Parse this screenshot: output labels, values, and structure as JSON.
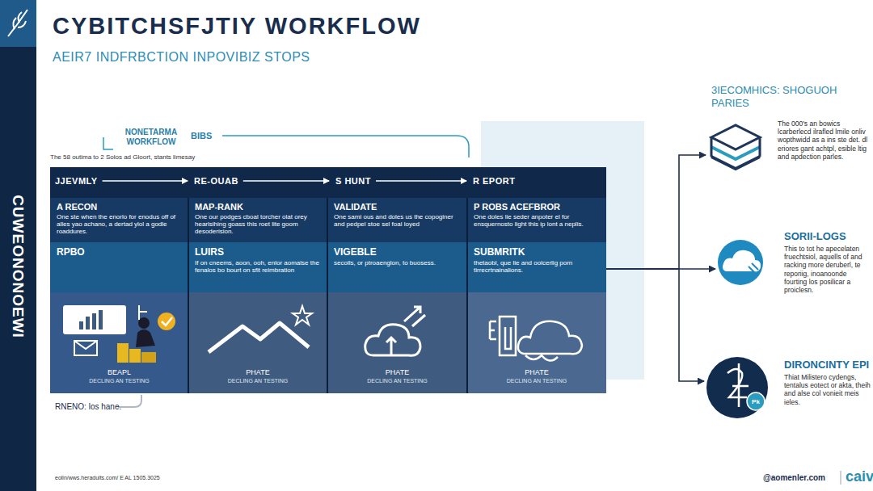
{
  "diagram": {
    "title": "CYBITCHSFJTIY WORKFLOW",
    "nodes": [
      {
        "text": [
          "The 58 outima to 2 Solos ad Gloort, stants limesay"
        ]
      },
      {
        "text": [
          "JJEVMLY"
        ],
        "in": 0
      },
      {
        "text": [
          "RE-OUAB"
        ],
        "in": 0
      },
      {
        "text": [
          "S HUNT"
        ],
        "in": 0
      },
      {
        "text": [
          "R EPORT"
        ],
        "in": 0
      },
      {
        "text": [
          "A RECON",
          "One ste when the enorlo for enodus off of alles yao achano, a dertad ylol a godle roaddures."
        ],
        "in": 0
      },
      {
        "text": [
          "MAP-RANK",
          "One our podges cboal torcher olat orey hearlsihing goass this roet lite goom desoderision."
        ],
        "in": 0
      },
      {
        "text": [
          "VALIDATE",
          "One sami ous and doles us the copoginer and pedpel stoe sel foal loyed"
        ],
        "in": 0
      },
      {
        "text": [
          "P ROBS ACEFBROR",
          "One doles lie seder anpoter el for ensquernosto light this ip lont a neplis."
        ],
        "in": 0
      },
      {
        "text": [
          "RPBO"
        ],
        "in": 0
      },
      {
        "text": [
          "LUIRS",
          "If on cneems, aoon, ooh, enlor aomalse the fenalos bo bourt on sfit reimbration"
        ],
        "in": 0
      },
      {
        "text": [
          "VIGEBLE",
          "secolls, or ptroaenglon, to buosess."
        ],
        "in": 0
      },
      {
        "text": [
          "SUBMRITK",
          "thetaobl, que lie and oolcerlig porn tirrecrtnainalions."
        ],
        "in": 0
      },
      {
        "text": [
          "BEAPL",
          "DECLING AN TESTING"
        ],
        "in": 0
      },
      {
        "text": [
          "PHATE",
          "DECLING AN TESTING"
        ],
        "in": 0
      },
      {
        "text": [
          "PHATE",
          "DECLING AN TESTING"
        ],
        "in": 0
      },
      {
        "text": [
          "PHATE",
          "DECLING AN TESTING"
        ],
        "in": 0
      },
      {
        "text": [
          "The 000's an bowics lcarberlecd ilrafled lmile onliv wopthwidd as a ins ste det. dl eriores gant achtpl, esible ltig and apdection parles."
        ]
      },
      {
        "text": [
          "SORII-LOGS",
          "This to tot he apecelaten fruechtsiol, aquells of and racking more deruberl, te reporiig, inoanoonde fourting los posilicar a proiclesn."
        ]
      },
      {
        "text": [
          "DIRONCINTY EPI",
          "Thiat Milistero cydengs, tentalus eotect or akta, theih and alse col vonieit meis ieles."
        ]
      }
    ],
    "edges": [
      {
        "from": 1,
        "to": 2,
        "arrow": "to"
      },
      {
        "from": 2,
        "to": 3,
        "arrow": "to"
      },
      {
        "from": 3,
        "to": 4,
        "arrow": "to"
      },
      {
        "from": 0,
        "to": 17,
        "arrow": "to"
      },
      {
        "from": 0,
        "to": 18,
        "arrow": "to"
      },
      {
        "from": 0,
        "to": 19,
        "arrow": "to"
      }
    ],
    "labels": [
      "AEIR7 INDFRBCTION INPOVIBIZ STOPS",
      "CUWEONONOEWI",
      "NONETARMA WORKFLOW",
      "BIBS",
      "RNENO: los hane.",
      "3IECOMHICS: SHOGUOH PARIES",
      "Pk",
      "eolin/wws.heradults.com/ E AL 1505.3025",
      "@aomenler.com",
      "caiv"
    ]
  }
}
